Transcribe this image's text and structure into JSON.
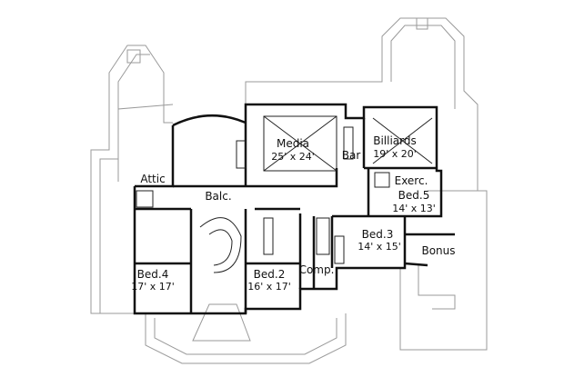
{
  "rooms": {
    "attic": {
      "name": "Attic"
    },
    "balcony": {
      "name": "Balc."
    },
    "media": {
      "name": "Media",
      "size": "25' x 24'"
    },
    "bar": {
      "name": "Bar"
    },
    "billiards": {
      "name": "Billiards",
      "size": "19' x 20'"
    },
    "exercise": {
      "name": "Exerc."
    },
    "bed5": {
      "name": "Bed.5",
      "size": "14' x 13'"
    },
    "bed3": {
      "name": "Bed.3",
      "size": "14' x 15'"
    },
    "bonus": {
      "name": "Bonus"
    },
    "computer": {
      "name": "Comp."
    },
    "bed4": {
      "name": "Bed.4",
      "size": "17' x 17'"
    },
    "bed2": {
      "name": "Bed.2",
      "size": "16' x 17'"
    }
  },
  "colors": {
    "walls": "#111111",
    "outline": "#9a9a9a"
  }
}
